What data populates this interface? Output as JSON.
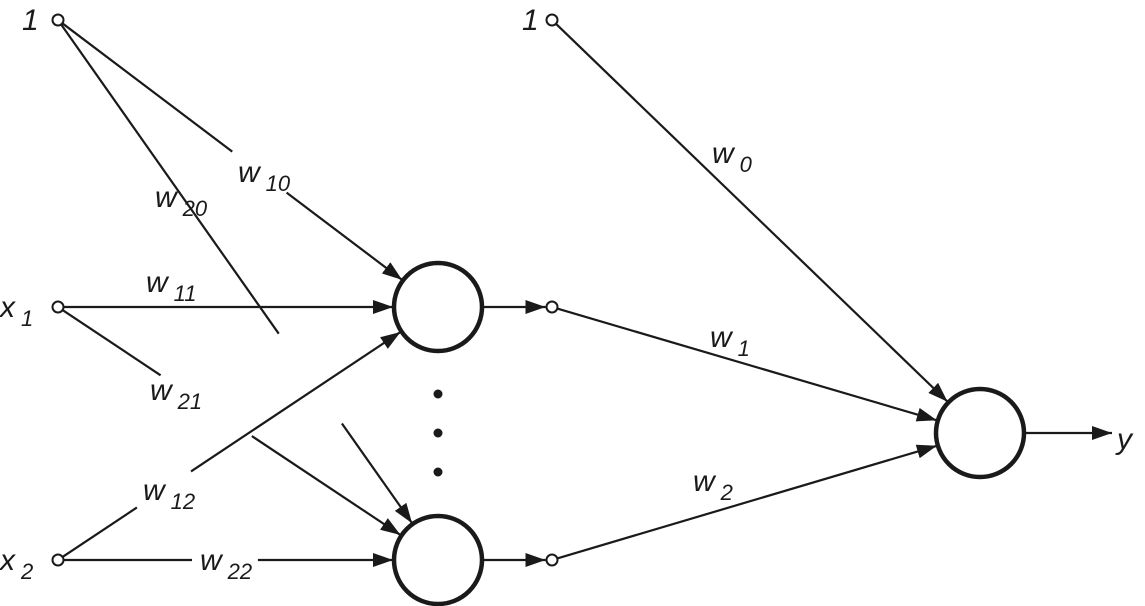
{
  "diagram": {
    "title": "Two-layer feedforward neural network",
    "colors": {
      "stroke": "#1a1a1a",
      "background": "#ffffff"
    },
    "inputs": [
      {
        "id": "bias_in",
        "label": "1",
        "sub": ""
      },
      {
        "id": "x1",
        "label": "x",
        "sub": "1"
      },
      {
        "id": "x2",
        "label": "x",
        "sub": "2"
      }
    ],
    "hidden": [
      {
        "id": "h1"
      },
      {
        "id": "h2"
      }
    ],
    "ellipsis": "vertical-dots",
    "hidden_outputs": [
      {
        "id": "o1"
      },
      {
        "id": "o2"
      }
    ],
    "output_bias": {
      "id": "bias_out",
      "label": "1",
      "sub": ""
    },
    "output_neuron": {
      "id": "out"
    },
    "output_label": {
      "label": "y"
    },
    "weights": [
      {
        "id": "w10",
        "from": "bias_in",
        "to": "h1",
        "label": "w",
        "sub": "10"
      },
      {
        "id": "w20",
        "from": "bias_in",
        "to": "h2",
        "label": "w",
        "sub": "20"
      },
      {
        "id": "w11",
        "from": "x1",
        "to": "h1",
        "label": "w",
        "sub": "11"
      },
      {
        "id": "w21",
        "from": "x1",
        "to": "h2",
        "label": "w",
        "sub": "21"
      },
      {
        "id": "w12",
        "from": "x2",
        "to": "h1",
        "label": "w",
        "sub": "12"
      },
      {
        "id": "w22",
        "from": "x2",
        "to": "h2",
        "label": "w",
        "sub": "22"
      },
      {
        "id": "w0",
        "from": "bias_out",
        "to": "out",
        "label": "w",
        "sub": "0"
      },
      {
        "id": "w1",
        "from": "o1",
        "to": "out",
        "label": "w",
        "sub": "1"
      },
      {
        "id": "w2",
        "from": "o2",
        "to": "out",
        "label": "w",
        "sub": "2"
      }
    ]
  }
}
